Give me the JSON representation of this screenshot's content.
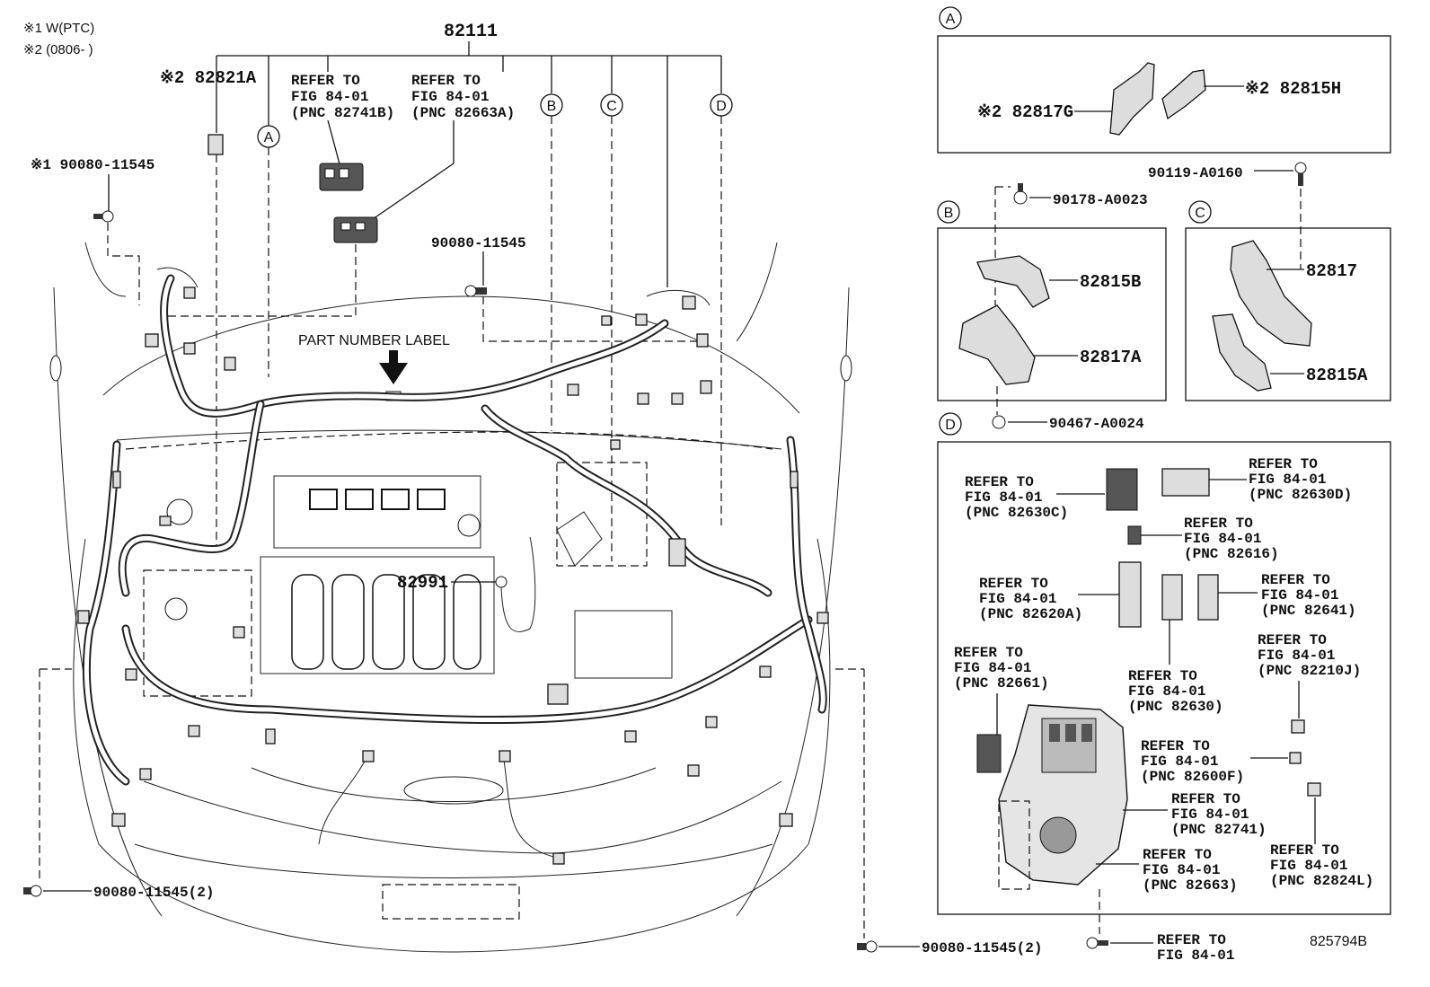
{
  "notes": {
    "n1": "※1 W(PTC)",
    "n2": "※2 (0806-    )"
  },
  "main": {
    "harness_pnc": "82111",
    "part_number_label": "PART NUMBER LABEL",
    "p_82821a": "※2 82821A",
    "p_bolt1": "※1 90080-11545",
    "p_bolt_center": "90080-11545",
    "p_82991": "82991",
    "p_bolt_left": "90080-11545(2)",
    "p_bolt_bottom": "90080-11545(2)",
    "ref_a": [
      "REFER TO",
      "FIG 84-01",
      "(PNC 82741B)"
    ],
    "ref_b": [
      "REFER TO",
      "FIG 84-01",
      "(PNC 82663A)"
    ],
    "circle_a": "A",
    "circle_b": "B",
    "circle_c": "C",
    "circle_d": "D"
  },
  "panel_a": {
    "tag": "A",
    "p1": "※2 82817G",
    "p2": "※2 82815H"
  },
  "fasteners": {
    "f1": "90119-A0160",
    "f2": "90178-A0023",
    "f3": "90467-A0024"
  },
  "panel_b": {
    "tag": "B",
    "p1": "82815B",
    "p2": "82817A"
  },
  "panel_c": {
    "tag": "C",
    "p1": "82817",
    "p2": "82815A"
  },
  "panel_d": {
    "tag": "D",
    "refs": [
      [
        "REFER TO",
        "FIG 84-01",
        "(PNC 82630C)"
      ],
      [
        "REFER TO",
        "FIG 84-01",
        "(PNC 82630D)"
      ],
      [
        "REFER TO",
        "FIG 84-01",
        "(PNC 82616)"
      ],
      [
        "REFER TO",
        "FIG 84-01",
        "(PNC 82620A)"
      ],
      [
        "REFER TO",
        "FIG 84-01",
        "(PNC 82641)"
      ],
      [
        "REFER TO",
        "FIG 84-01",
        "(PNC 82661)"
      ],
      [
        "REFER TO",
        "FIG 84-01",
        "(PNC 82210J)"
      ],
      [
        "REFER TO",
        "FIG 84-01",
        "(PNC 82630)"
      ],
      [
        "REFER TO",
        "FIG 84-01",
        "(PNC 82600F)"
      ],
      [
        "REFER TO",
        "FIG 84-01",
        "(PNC 82741)"
      ],
      [
        "REFER TO",
        "FIG 84-01",
        "(PNC 82663)"
      ],
      [
        "REFER TO",
        "FIG 84-01",
        "(PNC 82824L)"
      ]
    ]
  },
  "bottom_ref": [
    "REFER TO",
    "FIG 84-01"
  ],
  "diagram_id": "825794B"
}
